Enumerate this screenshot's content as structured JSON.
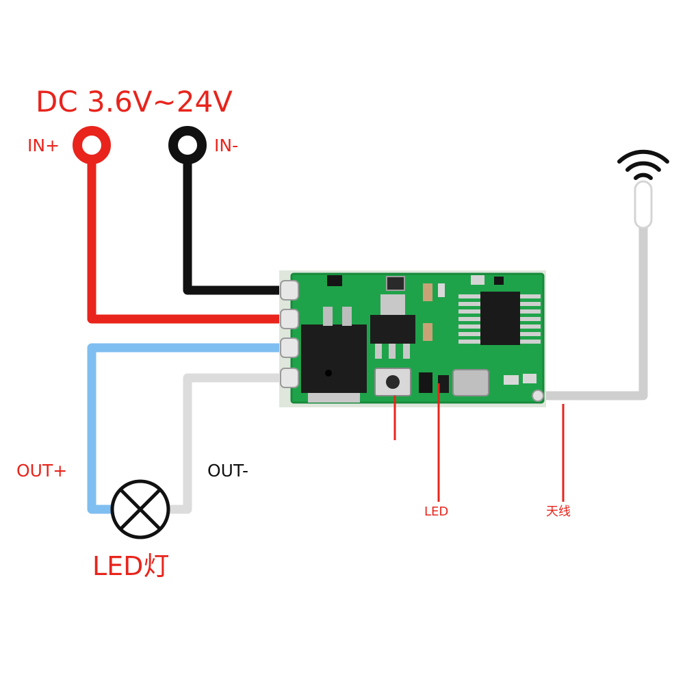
{
  "labels": {
    "title": "DC 3.6V~24V",
    "in_plus": "IN+",
    "in_minus": "IN-",
    "out_plus": "OUT+",
    "out_minus": "OUT-",
    "led_lamp": "LED灯",
    "led": "LED",
    "antenna": "天线"
  },
  "colors": {
    "red_wire": "#e8241c",
    "black_wire": "#111111",
    "blue_wire": "#7fbef0",
    "grey_wire": "#dcdcdc",
    "antenna_wire": "#cfcfcf",
    "pcb_green": "#1fa34a",
    "label_red": "#e8241c"
  },
  "icons": {
    "lamp": "lamp-cross-icon",
    "wifi": "wifi-signal-icon"
  }
}
